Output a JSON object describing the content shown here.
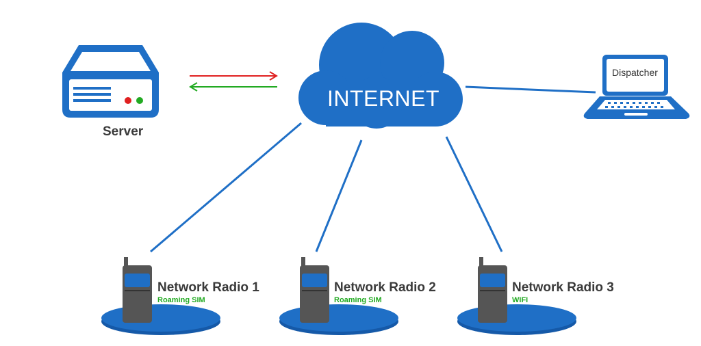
{
  "labels": {
    "server": "Server",
    "internet": "INTERNET",
    "dispatcher": "Dispatcher"
  },
  "radios": [
    {
      "name": "Network Radio 1",
      "connection": "Roaming SIM"
    },
    {
      "name": "Network Radio 2",
      "connection": "Roaming SIM"
    },
    {
      "name": "Network Radio 3",
      "connection": "WIFI"
    }
  ],
  "icons": {
    "server": "server-icon",
    "cloud": "cloud-icon",
    "laptop": "laptop-icon",
    "radio": "handheld-radio-icon"
  },
  "colors": {
    "blue": "#1f6fc6",
    "dark_blue": "#1559a8",
    "request_arrow": "#e02020",
    "response_arrow": "#22aa22",
    "radio_body": "#555555",
    "sub_label": "#22aa22"
  }
}
